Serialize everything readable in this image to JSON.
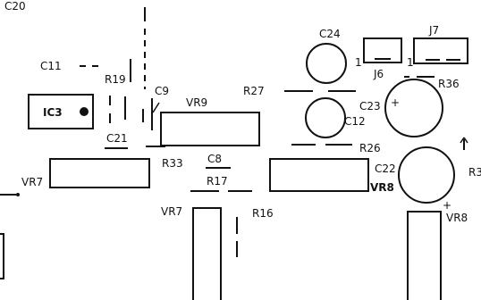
{
  "labels": {
    "c20": "C20",
    "c11": "C11",
    "r19": "R19",
    "c24": "C24",
    "j7": "J7",
    "one_a": "1",
    "one_b": "1",
    "j6": "J6",
    "r36": "R36",
    "ic3": "IC3",
    "c9": "C9",
    "vr9": "VR9",
    "r27": "R27",
    "c23": "C23",
    "plus_c23": "+",
    "c12": "C12",
    "c21": "C21",
    "r26": "R26",
    "r3": "R3",
    "c8": "C8",
    "r33": "R33",
    "c22": "C22",
    "vr7_left": "VR7",
    "r17": "R17",
    "vr8_bold": "VR8",
    "plus_c22": "+",
    "vr7_lower": "VR7",
    "r16": "R16",
    "vr8_right": "VR8"
  }
}
